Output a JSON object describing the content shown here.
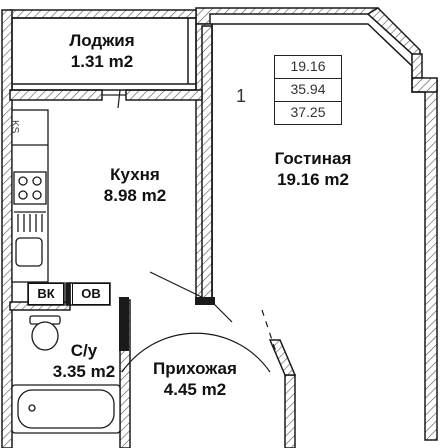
{
  "rooms": {
    "loggia": {
      "name": "Лоджия",
      "area": "1.31 m2"
    },
    "kitchen": {
      "name": "Кухня",
      "area": "8.98 m2"
    },
    "living": {
      "name": "Гостиная",
      "area": "19.16 m2"
    },
    "bathroom": {
      "name": "С/у",
      "area": "3.35 m2"
    },
    "hallway": {
      "name": "Прихожая",
      "area": "4.45 m2"
    }
  },
  "apartment": {
    "number": "1",
    "areas": [
      "19.16",
      "35.94",
      "37.25"
    ]
  },
  "fixtures": {
    "shaft_1": "ВК",
    "shaft_2": "ОВ",
    "kitchen_sink_mark": "KS"
  },
  "colors": {
    "wall_fill": "#ffffff",
    "wall_stroke": "#1a1a1a",
    "hatch": "#555555"
  }
}
